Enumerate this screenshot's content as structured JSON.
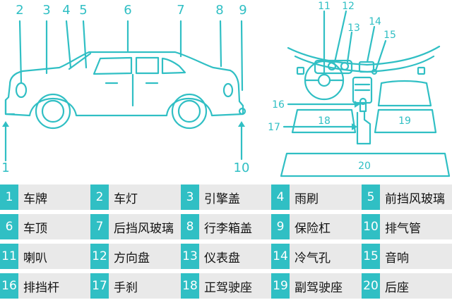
{
  "colors": {
    "accent": "#30bfc4",
    "legend_bg": "#e9e9e9",
    "text": "#111111"
  },
  "car_callouts": [
    "1",
    "2",
    "3",
    "4",
    "5",
    "6",
    "7",
    "8",
    "9",
    "10"
  ],
  "interior_callouts": [
    "11",
    "12",
    "13",
    "14",
    "15",
    "16",
    "17",
    "18",
    "19",
    "20"
  ],
  "legend": [
    {
      "num": "1",
      "label": "车牌"
    },
    {
      "num": "2",
      "label": "车灯"
    },
    {
      "num": "3",
      "label": "引擎盖"
    },
    {
      "num": "4",
      "label": "雨刷"
    },
    {
      "num": "5",
      "label": "前挡风玻璃"
    },
    {
      "num": "6",
      "label": "车顶"
    },
    {
      "num": "7",
      "label": "后挡风玻璃"
    },
    {
      "num": "8",
      "label": "行李箱盖"
    },
    {
      "num": "9",
      "label": "保险杠"
    },
    {
      "num": "10",
      "label": "排气管"
    },
    {
      "num": "11",
      "label": "喇叭"
    },
    {
      "num": "12",
      "label": "方向盘"
    },
    {
      "num": "13",
      "label": "仪表盘"
    },
    {
      "num": "14",
      "label": "冷气孔"
    },
    {
      "num": "15",
      "label": "音响"
    },
    {
      "num": "16",
      "label": "排挡杆"
    },
    {
      "num": "17",
      "label": "手刹"
    },
    {
      "num": "18",
      "label": "正驾驶座"
    },
    {
      "num": "19",
      "label": "副驾驶座"
    },
    {
      "num": "20",
      "label": "后座"
    }
  ]
}
